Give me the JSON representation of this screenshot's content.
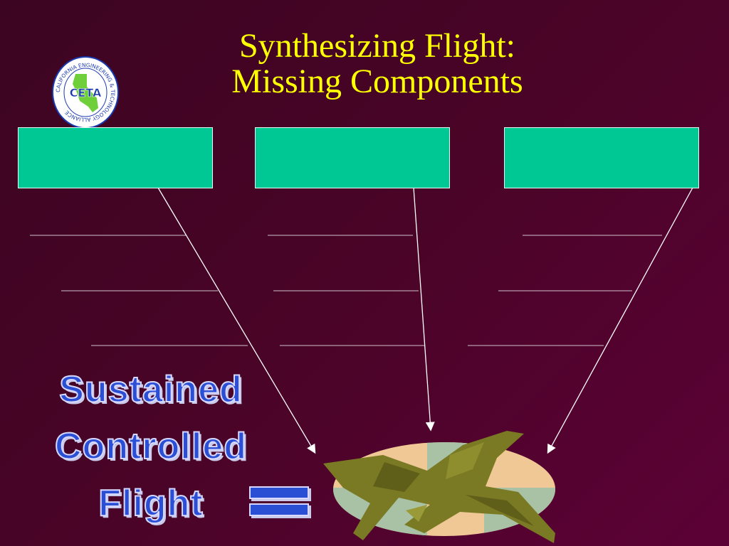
{
  "slide": {
    "title_line1": "Synthesizing Flight:",
    "title_line2": "Missing Components",
    "logo": {
      "name": "CETA",
      "ring_text": "CALIFORNIA ENGINEERING & TECHNOLOGY ALLIANCE"
    },
    "outcome_text": [
      "Sustained",
      "Controlled",
      "Flight"
    ],
    "colors": {
      "background": "#4a0427",
      "title": "#ffff00",
      "box_fill": "#00c894",
      "outline_text": "#2a4fd4"
    }
  }
}
